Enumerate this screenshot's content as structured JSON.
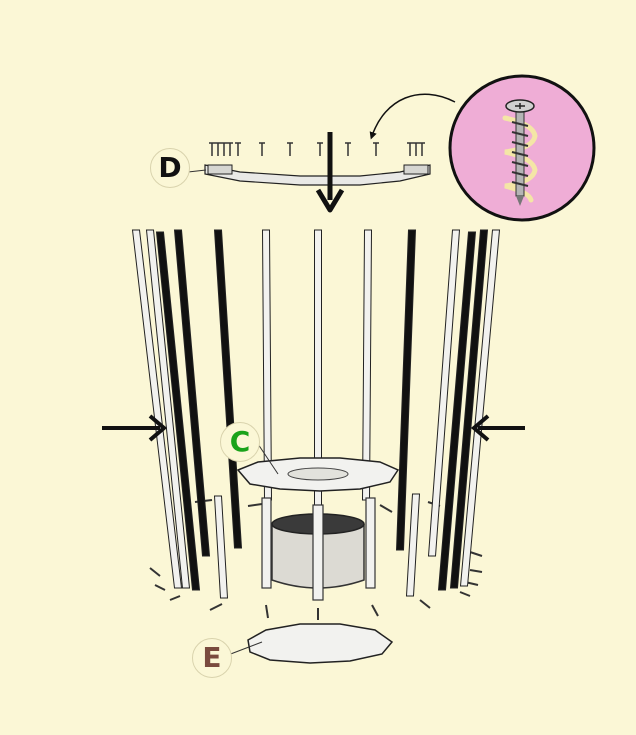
{
  "labels": {
    "d": {
      "text": "D",
      "color": "#111111"
    },
    "c": {
      "text": "C",
      "color": "#1aa31a"
    },
    "e": {
      "text": "E",
      "color": "#7a4b3e"
    }
  },
  "colors": {
    "background": "#fbf7d6",
    "detail_circle": "#efadd6",
    "outline": "#111111",
    "wood_light": "#f2f2ef",
    "wood_dark": "#111111",
    "screw_spiral": "#f4e6a6"
  },
  "icons": {
    "detail": "screw-detail-icon",
    "arrow": "arrow-icon"
  }
}
